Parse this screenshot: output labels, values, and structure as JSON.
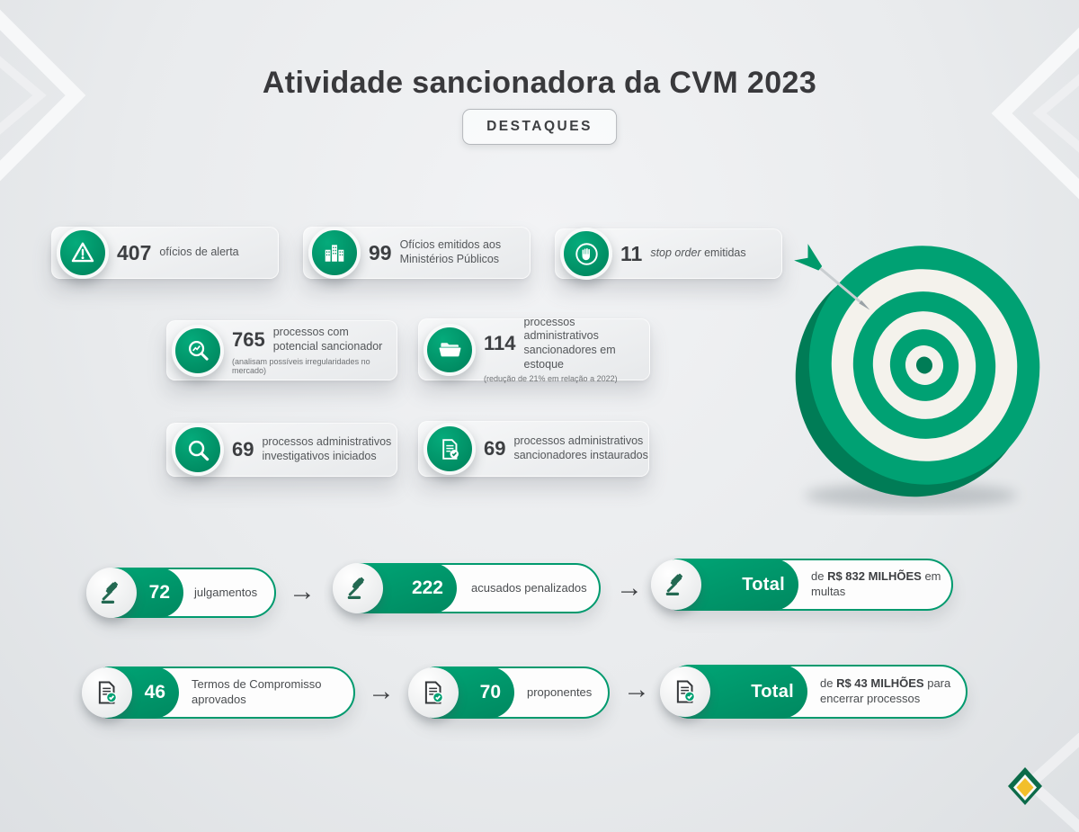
{
  "header": {
    "title": "Atividade sancionadora da CVM 2023",
    "badge": "DESTAQUES"
  },
  "stats": [
    {
      "icon": "warning-triangle",
      "number": "407",
      "text": "ofícios de alerta"
    },
    {
      "icon": "government-buildings",
      "number": "99",
      "text": "Ofícios emitidos aos Ministérios Públicos"
    },
    {
      "icon": "stop-hand",
      "number": "11",
      "text_italic": "stop order",
      "text_rest": "emitidas"
    },
    {
      "icon": "magnifier-chart",
      "number": "765",
      "text": "processos com potencial sancionador",
      "subtext": "(analisam possíveis irregularidades no mercado)"
    },
    {
      "icon": "open-folder",
      "number": "114",
      "text": "processos administrativos sancionadores em estoque",
      "subtext": "(redução de 21% em relação a 2022)"
    },
    {
      "icon": "magnifier",
      "number": "69",
      "text": "processos administrativos investigativos iniciados"
    },
    {
      "icon": "document-check",
      "number": "69",
      "text": "processos administrativos sancionadores instaurados"
    }
  ],
  "flow_rows": [
    {
      "icon": "gavel",
      "steps": [
        {
          "value": "72",
          "label": "julgamentos"
        },
        {
          "value": "222",
          "label": "acusados penalizados"
        },
        {
          "value": "Total",
          "label_pre": "de ",
          "label_bold": "R$ 832 MILHÕES",
          "label_post": " em multas"
        }
      ]
    },
    {
      "icon": "document-check",
      "steps": [
        {
          "value": "46",
          "label": "Termos de Compromisso aprovados"
        },
        {
          "value": "70",
          "label": "proponentes"
        },
        {
          "value": "Total",
          "label_pre": "de ",
          "label_bold": "R$ 43 MILHÕES",
          "label_post": " para encerrar processos"
        }
      ]
    }
  ],
  "icons": {
    "arrow": "→"
  },
  "colors": {
    "green": "#00a173",
    "green_dark": "#008a61",
    "cream": "#f4f2ec",
    "text_dark": "#3d3f42",
    "text_body": "#54575a",
    "logo_green": "#0c6b49",
    "logo_yellow": "#f2bf2b"
  }
}
